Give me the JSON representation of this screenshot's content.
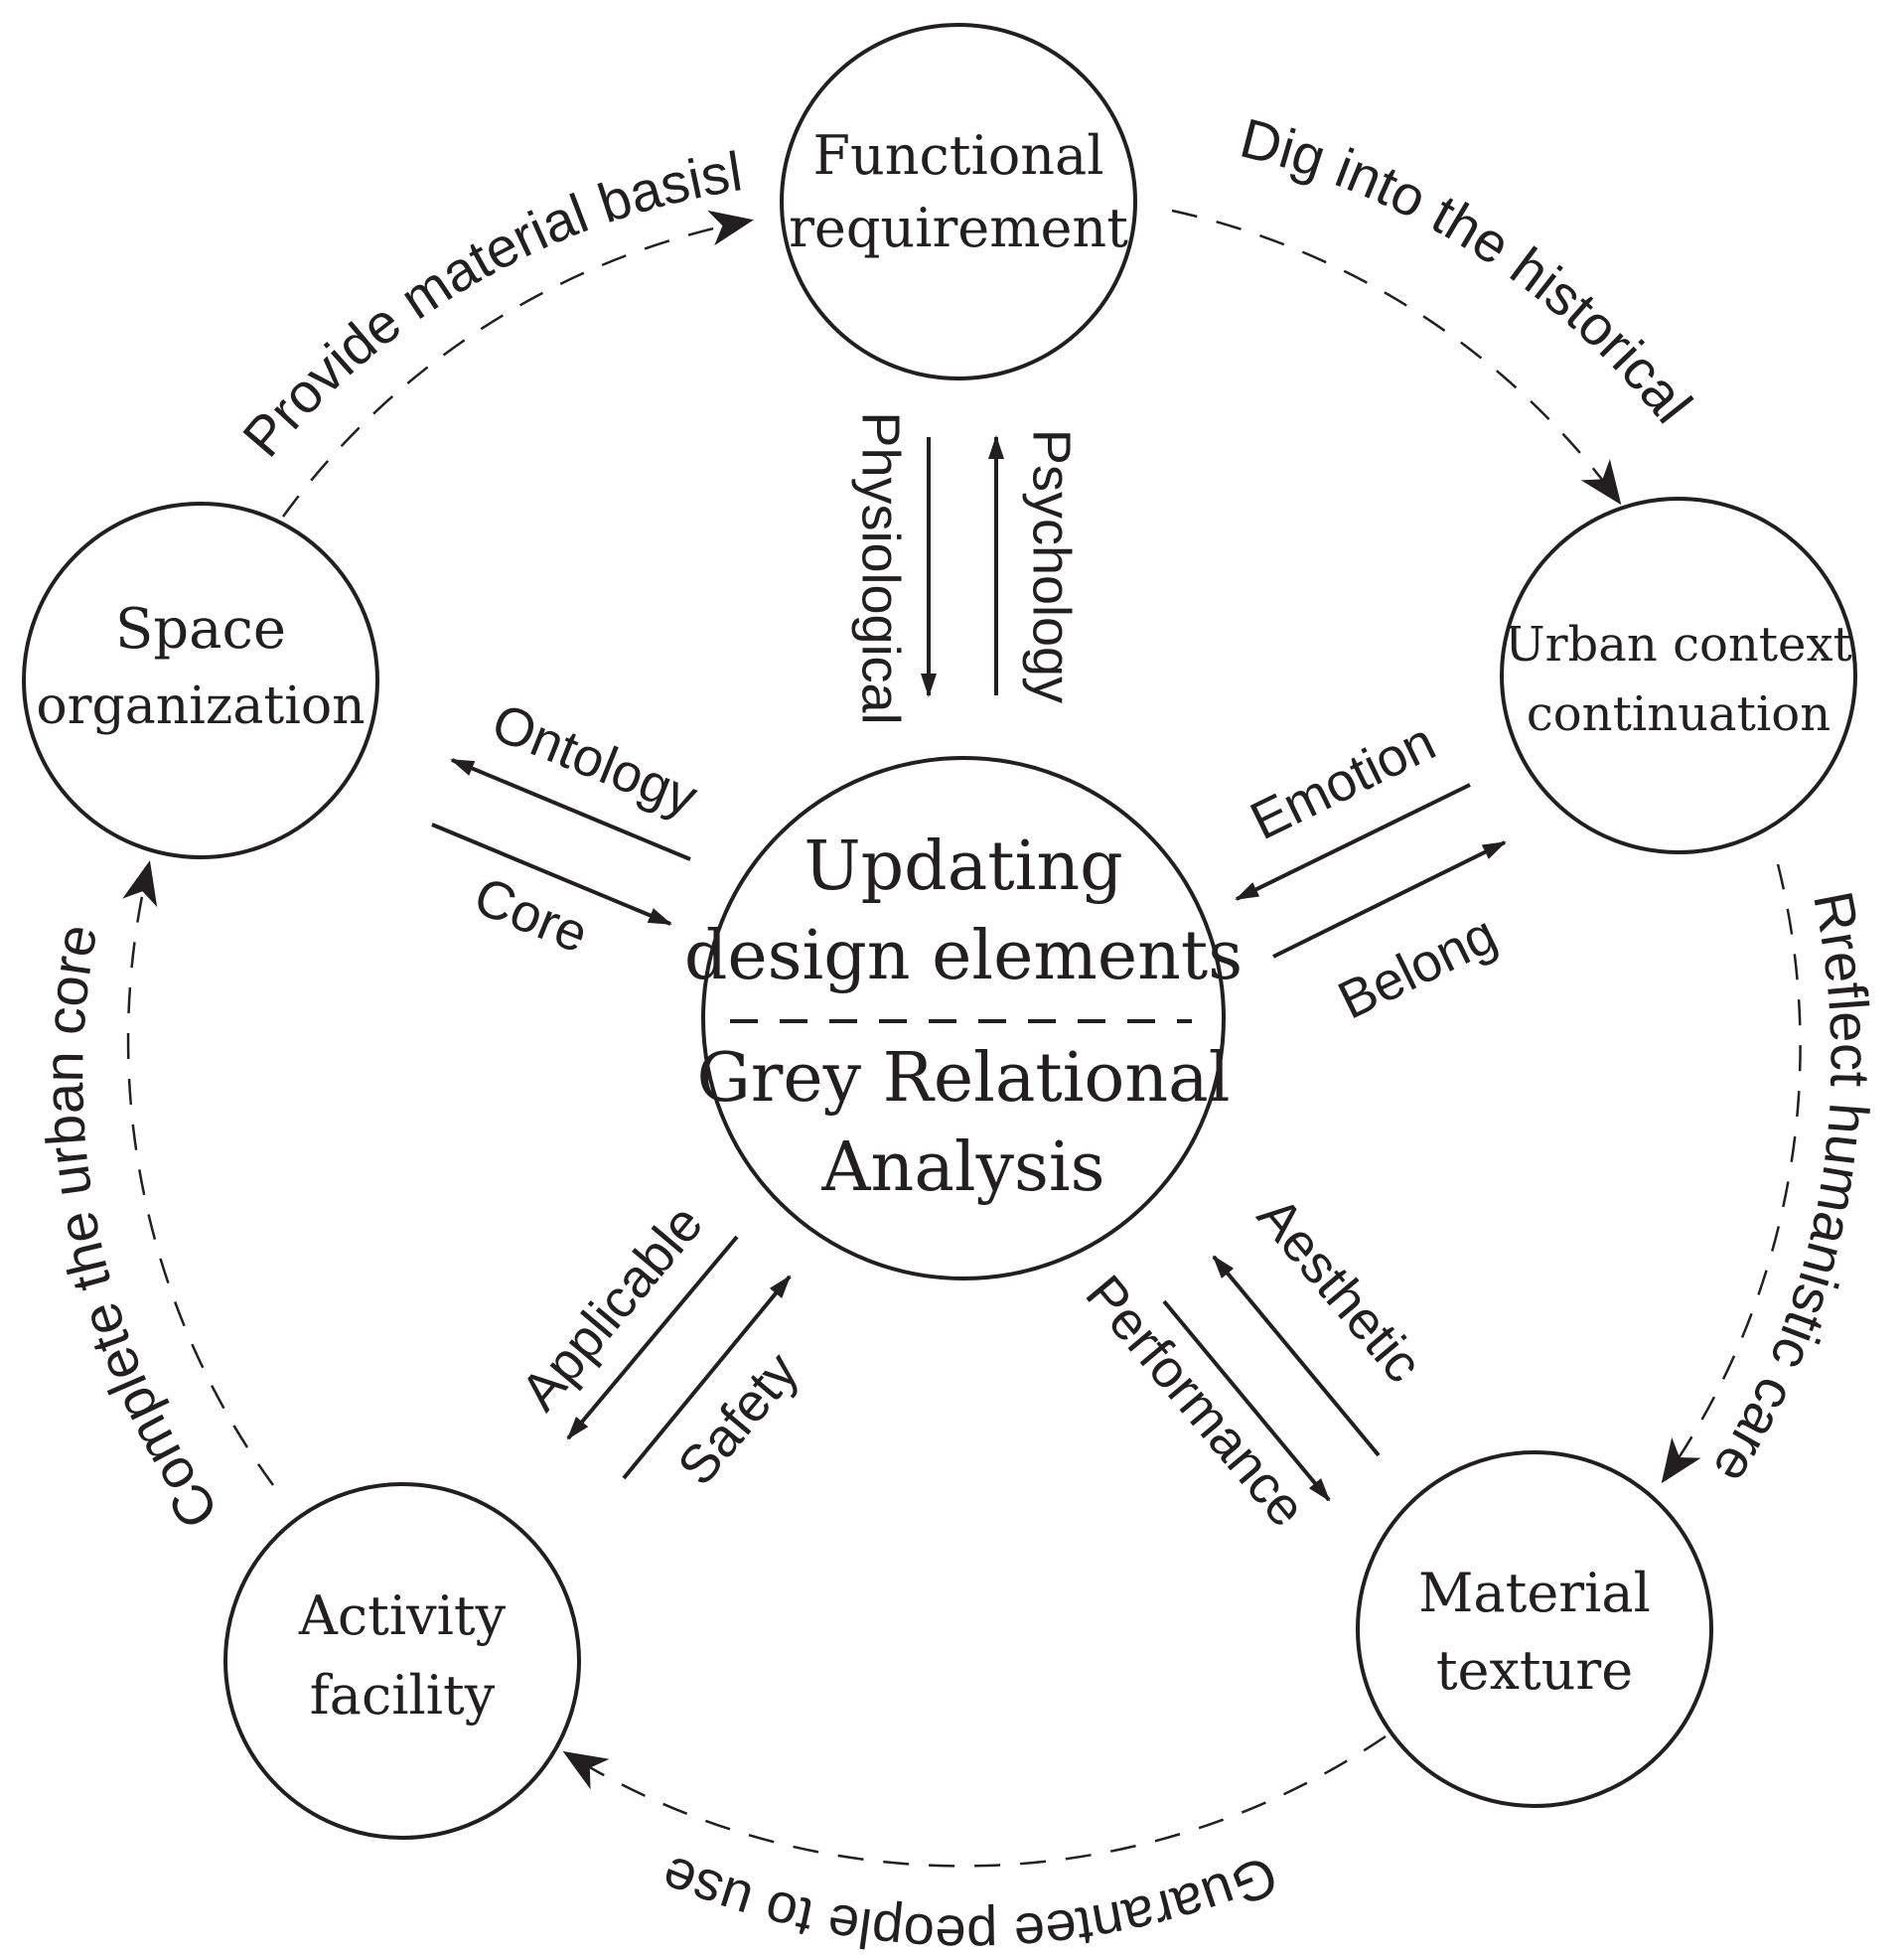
{
  "nodes": {
    "center": {
      "line1": "Updating",
      "line2": "design elements",
      "line3": "Grey Relational",
      "line4": "Analysis"
    },
    "functional": {
      "line1": "Functional",
      "line2": "requirement"
    },
    "urban": {
      "line1": "Urban context",
      "line2": "continuation"
    },
    "material": {
      "line1": "Material",
      "line2": "texture"
    },
    "activity": {
      "line1": "Activity",
      "line2": "facility"
    },
    "space": {
      "line1": "Space",
      "line2": "organization"
    }
  },
  "relations": {
    "physiological": "Physiological",
    "psychology": "Psychology",
    "emotion": "Emotion",
    "belong": "Belong",
    "aesthetic": "Aesthetic",
    "performance": "Performance",
    "applicable": "Applicable",
    "safety": "Safety",
    "ontology": "Ontology",
    "core": "Core"
  },
  "cycle": {
    "provide": "Provide material basisl",
    "dig": "Dig into the historical",
    "reflect": "Rreflect humanistic care",
    "guarantee": "Guarantee people to use",
    "complete": "Complete the urban core"
  },
  "colors": {
    "ink": "#231f20",
    "background": "#ffffff"
  }
}
